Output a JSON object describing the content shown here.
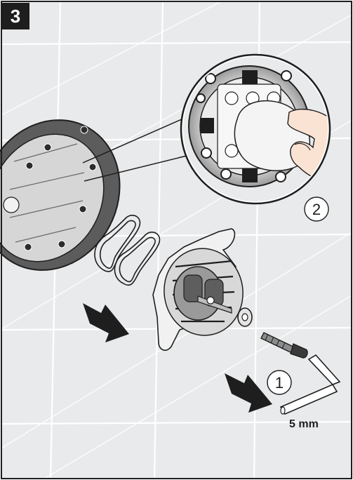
{
  "step": {
    "number": "3"
  },
  "callouts": [
    {
      "id": "1",
      "label": "1"
    },
    {
      "id": "2",
      "label": "2"
    }
  ],
  "tool": {
    "size_label": "5 mm"
  },
  "colors": {
    "wall": "#e9eaeb",
    "grout": "#ffffff",
    "ink": "#1e1e1e",
    "metal_dark": "#3a3a3a",
    "metal_mid": "#8c8c8c",
    "skin": "#fbe3d4",
    "cloth": "#f4f4f4"
  },
  "icons": [
    "arrow-right-icon",
    "arrow-right-icon",
    "hex-key-icon",
    "cloth-icon",
    "hand-icon"
  ]
}
